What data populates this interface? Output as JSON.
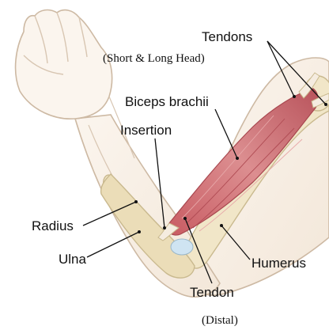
{
  "labels": {
    "tendons": "Tendons",
    "heads_note": "(Short & Long Head)",
    "biceps": "Biceps brachii",
    "insertion": "Insertion",
    "radius": "Radius",
    "ulna": "Ulna",
    "humerus": "Humerus",
    "tendon": "Tendon",
    "distal_note": "(Distal)"
  },
  "colors": {
    "skin_outline": "#cdb9a3",
    "skin_fill": "#faf3ea",
    "bone_fill": "#f1e6c8",
    "bone_outline": "#c9b98e",
    "muscle": "#d9868a",
    "muscle_dark": "#b5545c",
    "tendon": "#f5ece0",
    "cartilage": "#cfe4f2"
  }
}
